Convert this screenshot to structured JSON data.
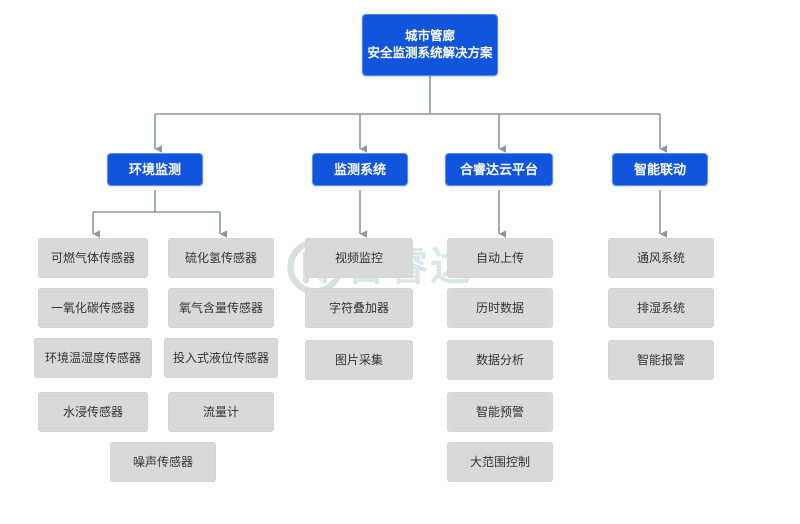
{
  "diagram": {
    "title_line1": "城市管廊",
    "title_line2": "安全监测系统解决方案",
    "watermark": {
      "brand_text": "合睿达",
      "registered_mark": "®",
      "logo_icon": "circle-h-logo-icon",
      "color": "#bcd4d6"
    },
    "colors": {
      "node_blue": "#1155dd",
      "node_blue_border": "#5a8ff0",
      "leaf_gray": "#d9d9d9",
      "connector": "#8a97a6",
      "text_dark": "#333333",
      "text_light": "#ffffff",
      "background": "#ffffff"
    },
    "branches": [
      {
        "label": "环境监测",
        "columns": [
          {
            "items": [
              "可燃气体传感器",
              "一氧化碳传感器",
              "环境温湿度传感器",
              "水浸传感器"
            ]
          },
          {
            "items": [
              "硫化氢传感器",
              "氧气含量传感器",
              "投入式液位传感器",
              "流量计"
            ]
          }
        ],
        "extra_items": [
          "噪声传感器"
        ]
      },
      {
        "label": "监测系统",
        "columns": [
          {
            "items": [
              "视频监控",
              "字符叠加器",
              "图片采集"
            ]
          }
        ],
        "extra_items": []
      },
      {
        "label": "合睿达云平台",
        "columns": [
          {
            "items": [
              "自动上传",
              "历时数据",
              "数据分析",
              "智能预警",
              "大范围控制"
            ]
          }
        ],
        "extra_items": []
      },
      {
        "label": "智能联动",
        "columns": [
          {
            "items": [
              "通风系统",
              "排湿系统",
              "智能报警"
            ]
          }
        ],
        "extra_items": []
      }
    ]
  }
}
